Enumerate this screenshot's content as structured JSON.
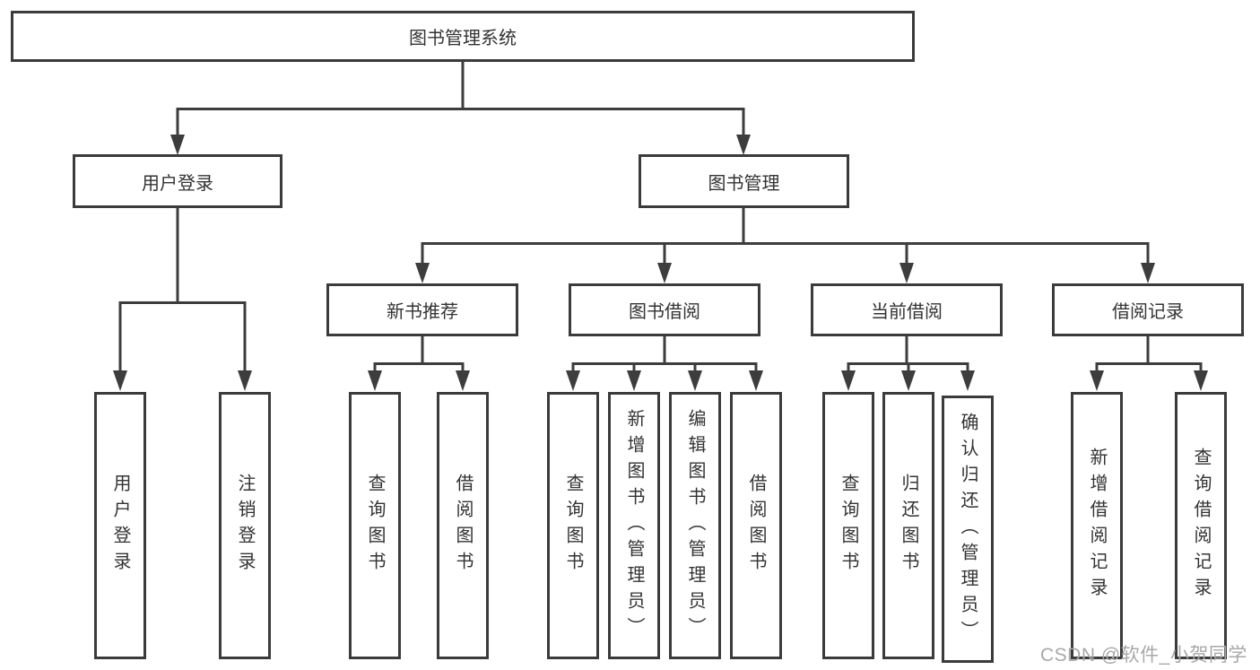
{
  "tree": {
    "root": "图书管理系统",
    "children": [
      {
        "label": "用户登录",
        "leaves": [
          "用户登录",
          "注销登录"
        ]
      },
      {
        "label": "图书管理",
        "children": [
          {
            "label": "新书推荐",
            "leaves": [
              "查询图书",
              "借阅图书"
            ]
          },
          {
            "label": "图书借阅",
            "leaves": [
              "查询图书",
              "新增图书（管理员）",
              "编辑图书（管理员）",
              "借阅图书"
            ]
          },
          {
            "label": "当前借阅",
            "leaves": [
              "查询图书",
              "归还图书",
              "确认归还（管理员）"
            ]
          },
          {
            "label": "借阅记录",
            "leaves": [
              "新增借阅记录",
              "查询借阅记录"
            ]
          }
        ]
      }
    ]
  },
  "watermark": {
    "text": "CSDN @软件_小贺同学"
  },
  "colors": {
    "line": "#3d3d3d",
    "border": "#3b3b3b",
    "text": "#333333",
    "watermark": "#a8a8a8",
    "background": "#ffffff"
  }
}
